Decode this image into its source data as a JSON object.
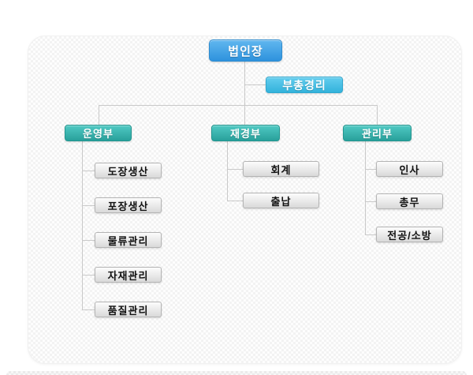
{
  "org_chart": {
    "root": {
      "label": "법인장"
    },
    "deputy": {
      "label": "부총경리"
    },
    "departments": [
      {
        "label": "운영부",
        "teams": [
          "도장생산",
          "포장생산",
          "물류관리",
          "자재관리",
          "품질관리"
        ]
      },
      {
        "label": "재경부",
        "teams": [
          "회계",
          "출납"
        ]
      },
      {
        "label": "관리부",
        "teams": [
          "인사",
          "총무",
          "전공/소방"
        ]
      }
    ]
  },
  "colors": {
    "root_box_top": "#60b7ef",
    "root_box_bottom": "#2e92dd",
    "deputy_box_top": "#63cdee",
    "deputy_box_bottom": "#33b3dc",
    "dept_box_top": "#50c9c3",
    "dept_box_bottom": "#28a09b",
    "leaf_box_top": "#fcfcfc",
    "leaf_box_bottom": "#d9d9d9",
    "connector": "#c9c9c9",
    "panel_pattern": "#f3f3f3",
    "page_background": "#ffffff"
  }
}
